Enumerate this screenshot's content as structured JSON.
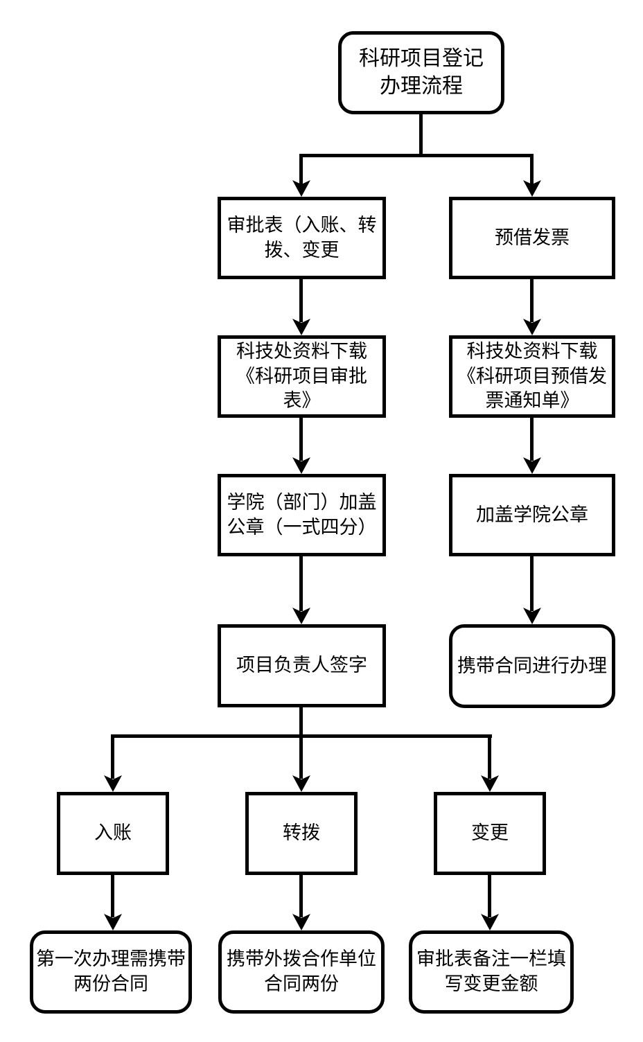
{
  "diagram": {
    "title": "科研项目登记办理流程",
    "background_color": "#ffffff",
    "stroke_color": "#000000",
    "nodes": [
      {
        "id": "start",
        "label": "科研项目登记\n办理流程",
        "shape": "rounded"
      },
      {
        "id": "approval-form",
        "label": "审批表（入账、转\n拨、变更",
        "shape": "rect"
      },
      {
        "id": "advance-invoice",
        "label": "预借发票",
        "shape": "rect"
      },
      {
        "id": "download-approval-form",
        "label": "科技处资料下载\n《科研项目审批\n表》",
        "shape": "rect"
      },
      {
        "id": "download-invoice-notice",
        "label": "科技处资料下载\n《科研项目预借发\n票通知单》",
        "shape": "rect"
      },
      {
        "id": "dept-seal",
        "label": "学院（部门）加盖\n公章（一式四分）",
        "shape": "rect"
      },
      {
        "id": "college-seal",
        "label": "加盖学院公章",
        "shape": "rect"
      },
      {
        "id": "leader-sign",
        "label": "项目负责人签字",
        "shape": "rect"
      },
      {
        "id": "bring-contract",
        "label": "携带合同进行办理",
        "shape": "rounded"
      },
      {
        "id": "ruzhang",
        "label": "入账",
        "shape": "rect"
      },
      {
        "id": "zhuanbo",
        "label": "转拨",
        "shape": "rect"
      },
      {
        "id": "biangeng",
        "label": "变更",
        "shape": "rect"
      },
      {
        "id": "first-time-contracts",
        "label": "第一次办理需携带\n两份合同",
        "shape": "rounded"
      },
      {
        "id": "partner-contracts",
        "label": "携带外拨合作单位\n合同两份",
        "shape": "rounded"
      },
      {
        "id": "remark-amount",
        "label": "审批表备注一栏填\n写变更金额",
        "shape": "rounded"
      }
    ],
    "edges": [
      {
        "from": "start",
        "to": "approval-form"
      },
      {
        "from": "start",
        "to": "advance-invoice"
      },
      {
        "from": "approval-form",
        "to": "download-approval-form"
      },
      {
        "from": "advance-invoice",
        "to": "download-invoice-notice"
      },
      {
        "from": "download-approval-form",
        "to": "dept-seal"
      },
      {
        "from": "download-invoice-notice",
        "to": "college-seal"
      },
      {
        "from": "dept-seal",
        "to": "leader-sign"
      },
      {
        "from": "college-seal",
        "to": "bring-contract"
      },
      {
        "from": "leader-sign",
        "to": "ruzhang"
      },
      {
        "from": "leader-sign",
        "to": "zhuanbo"
      },
      {
        "from": "leader-sign",
        "to": "biangeng"
      },
      {
        "from": "ruzhang",
        "to": "first-time-contracts"
      },
      {
        "from": "zhuanbo",
        "to": "partner-contracts"
      },
      {
        "from": "biangeng",
        "to": "remark-amount"
      }
    ]
  }
}
